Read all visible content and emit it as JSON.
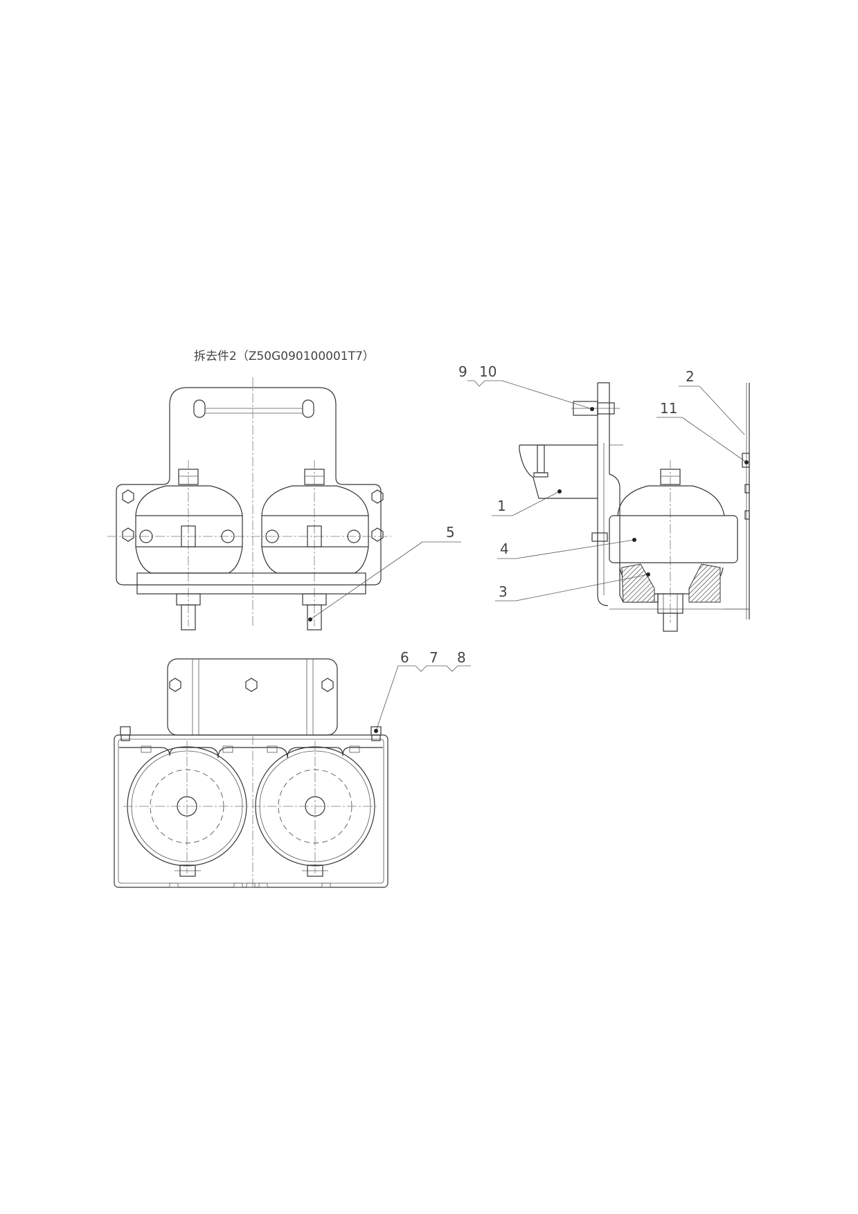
{
  "drawing": {
    "title": "拆去件2（Z50G090100001T7）",
    "callouts": {
      "c1": "1",
      "c2": "2",
      "c3": "3",
      "c4": "4",
      "c5": "5",
      "c6": "6",
      "c7": "7",
      "c8": "8",
      "c9": "9",
      "c10": "10",
      "c11": "11"
    }
  }
}
